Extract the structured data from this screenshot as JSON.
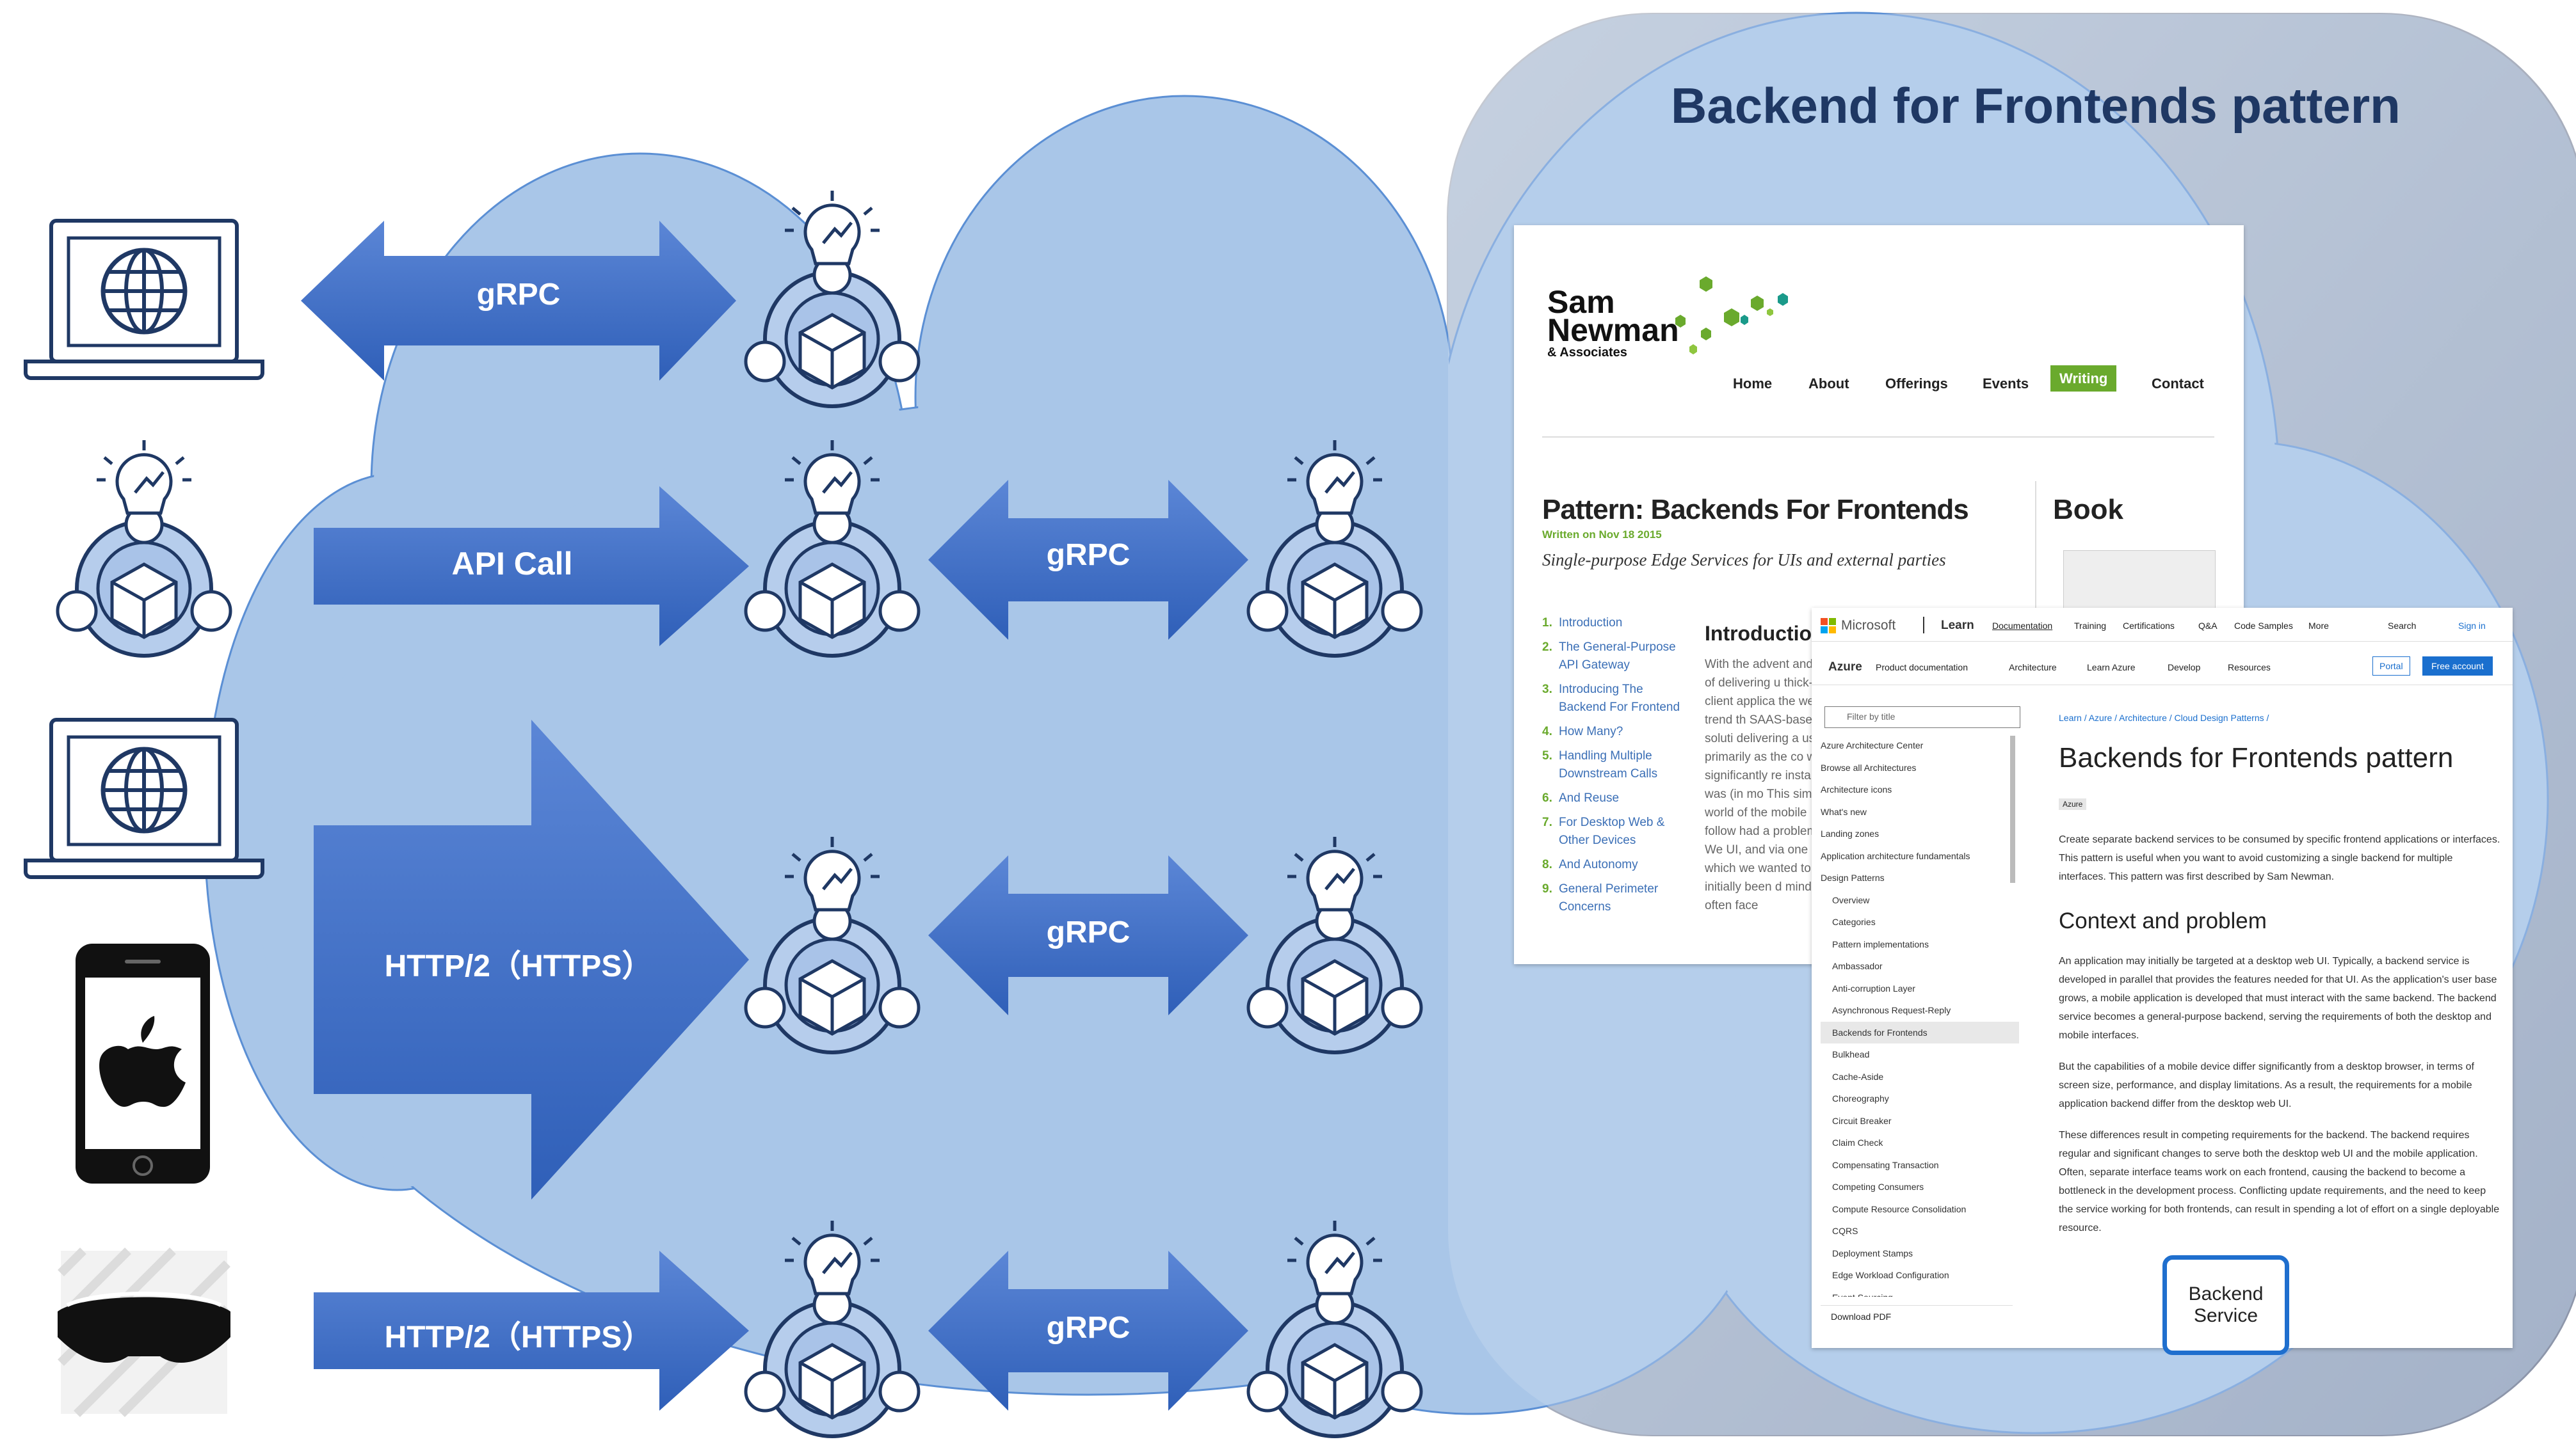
{
  "diagram": {
    "title": "Backend for Frontends pattern",
    "arrows": [
      {
        "label": "gRPC"
      },
      {
        "label": "API Call"
      },
      {
        "label": "gRPC"
      },
      {
        "label": "HTTP/2（HTTPS）"
      },
      {
        "label": "gRPC"
      },
      {
        "label": "HTTP/2（HTTPS）"
      },
      {
        "label": "gRPC"
      }
    ],
    "clients": [
      "laptop-browser",
      "microservice",
      "laptop-browser",
      "iphone",
      "vr-headset"
    ],
    "service_box": "Backend\nService",
    "colors": {
      "cloud": "#a9c6e8",
      "arrow": "#3f72c8",
      "title": "#1f3864",
      "accent_green": "#6aaa2d"
    }
  },
  "sam_newman_page": {
    "logo": "Sam\nNewman",
    "logo_sub": "& Associates",
    "nav": [
      "Home",
      "About",
      "Offerings",
      "Events",
      "Writing",
      "Contact"
    ],
    "heading": "Pattern: Backends For Frontends",
    "date": "Written on Nov 18 2015",
    "subtitle": "Single-purpose Edge Services for UIs and external parties",
    "sidebar_heading": "Book",
    "toc": [
      "Introduction",
      "The General-Purpose API Gateway",
      "Introducing The Backend For Frontend",
      "How Many?",
      "Handling Multiple Downstream Calls",
      "And Reuse",
      "For Desktop Web & Other Devices",
      "And Autonomy",
      "General Perimeter Concerns"
    ],
    "intro_heading": "Introduction",
    "intro_text": "With the advent and way of delivering u thick-client applica the web, a trend th SAAS-based soluti delivering a user in primarily as the co was significantly re installs was (in mo This simpler world of the mobile follow had a problem. We UI, and via one or m which we wanted to had initially been d mind, we often face"
  },
  "ms_learn_page": {
    "brand": "Microsoft",
    "learn": "Learn",
    "top_nav": [
      "Documentation",
      "Training",
      "Certifications",
      "Q&A",
      "Code Samples",
      "More"
    ],
    "search": "Search",
    "sign_in": "Sign in",
    "azure": "Azure",
    "sub_nav": [
      "Product documentation",
      "Architecture",
      "Learn Azure",
      "Develop",
      "Resources"
    ],
    "portal": "Portal",
    "free_account": "Free account",
    "filter_placeholder": "Filter by title",
    "side_items": [
      "Azure Architecture Center",
      "Browse all Architectures",
      "Architecture icons",
      "What's new",
      "Landing zones",
      "Application architecture fundamentals",
      "Design Patterns",
      "Overview",
      "Categories",
      "Pattern implementations",
      "Ambassador",
      "Anti-corruption Layer",
      "Asynchronous Request-Reply",
      "Backends for Frontends",
      "Bulkhead",
      "Cache-Aside",
      "Choreography",
      "Circuit Breaker",
      "Claim Check",
      "Compensating Transaction",
      "Competing Consumers",
      "Compute Resource Consolidation",
      "CQRS",
      "Deployment Stamps",
      "Edge Workload Configuration",
      "Event Sourcing"
    ],
    "download_pdf": "Download PDF",
    "breadcrumb": "Learn / Azure / Architecture / Cloud Design Patterns /",
    "title": "Backends for Frontends pattern",
    "tag": "Azure",
    "intro": "Create separate backend services to be consumed by specific frontend applications or interfaces. This pattern is useful when you want to avoid customizing a single backend for multiple interfaces. This pattern was first described by Sam Newman.",
    "h2": "Context and problem",
    "p1": "An application may initially be targeted at a desktop web UI. Typically, a backend service is developed in parallel that provides the features needed for that UI. As the application's user base grows, a mobile application is developed that must interact with the same backend. The backend service becomes a general-purpose backend, serving the requirements of both the desktop and mobile interfaces.",
    "p2": "But the capabilities of a mobile device differ significantly from a desktop browser, in terms of screen size, performance, and display limitations. As a result, the requirements for a mobile application backend differ from the desktop web UI.",
    "p3": "These differences result in competing requirements for the backend. The backend requires regular and significant changes to serve both the desktop web UI and the mobile application. Often, separate interface teams work on each frontend, causing the backend to become a bottleneck in the development process. Conflicting update requirements, and the need to keep the service working for both frontends, can result in spending a lot of effort on a single deployable resource."
  }
}
